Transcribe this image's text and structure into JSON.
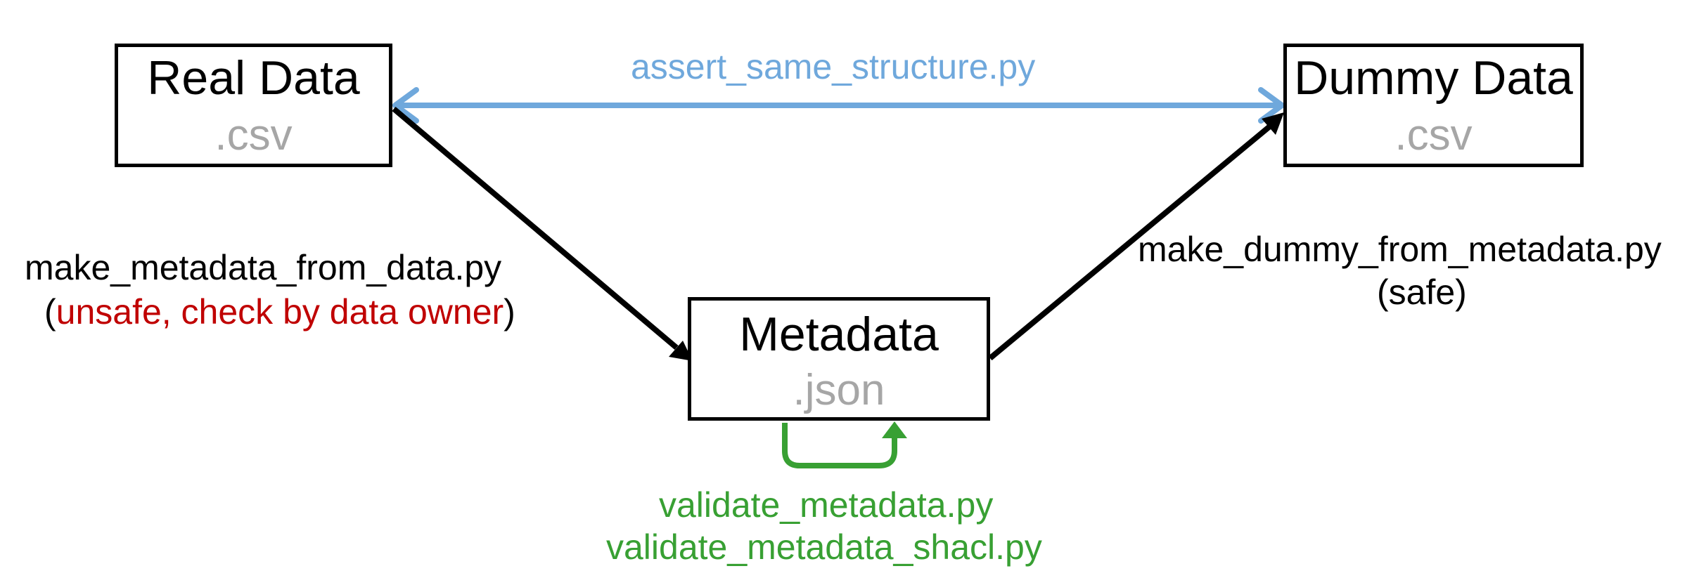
{
  "colors": {
    "box_border": "#000000",
    "extension_text": "#a6a6a6",
    "arrow_black": "#000000",
    "arrow_blue": "#6fa8dc",
    "arrow_green": "#38a033",
    "warning_red": "#c00000"
  },
  "nodes": {
    "real_data": {
      "title": "Real Data",
      "ext": ".csv"
    },
    "dummy_data": {
      "title": "Dummy Data",
      "ext": ".csv"
    },
    "metadata": {
      "title": "Metadata",
      "ext": ".json"
    }
  },
  "edges": {
    "assert_same_structure": {
      "label": "assert_same_structure.py"
    },
    "make_metadata": {
      "label": "make_metadata_from_data.py",
      "note_open": "(",
      "note_warning": "unsafe, check by data owner",
      "note_close": ")"
    },
    "make_dummy": {
      "label": "make_dummy_from_metadata.py",
      "note": "(safe)"
    },
    "validate": {
      "label_1": "validate_metadata.py",
      "label_2": "validate_metadata_shacl.py"
    }
  }
}
